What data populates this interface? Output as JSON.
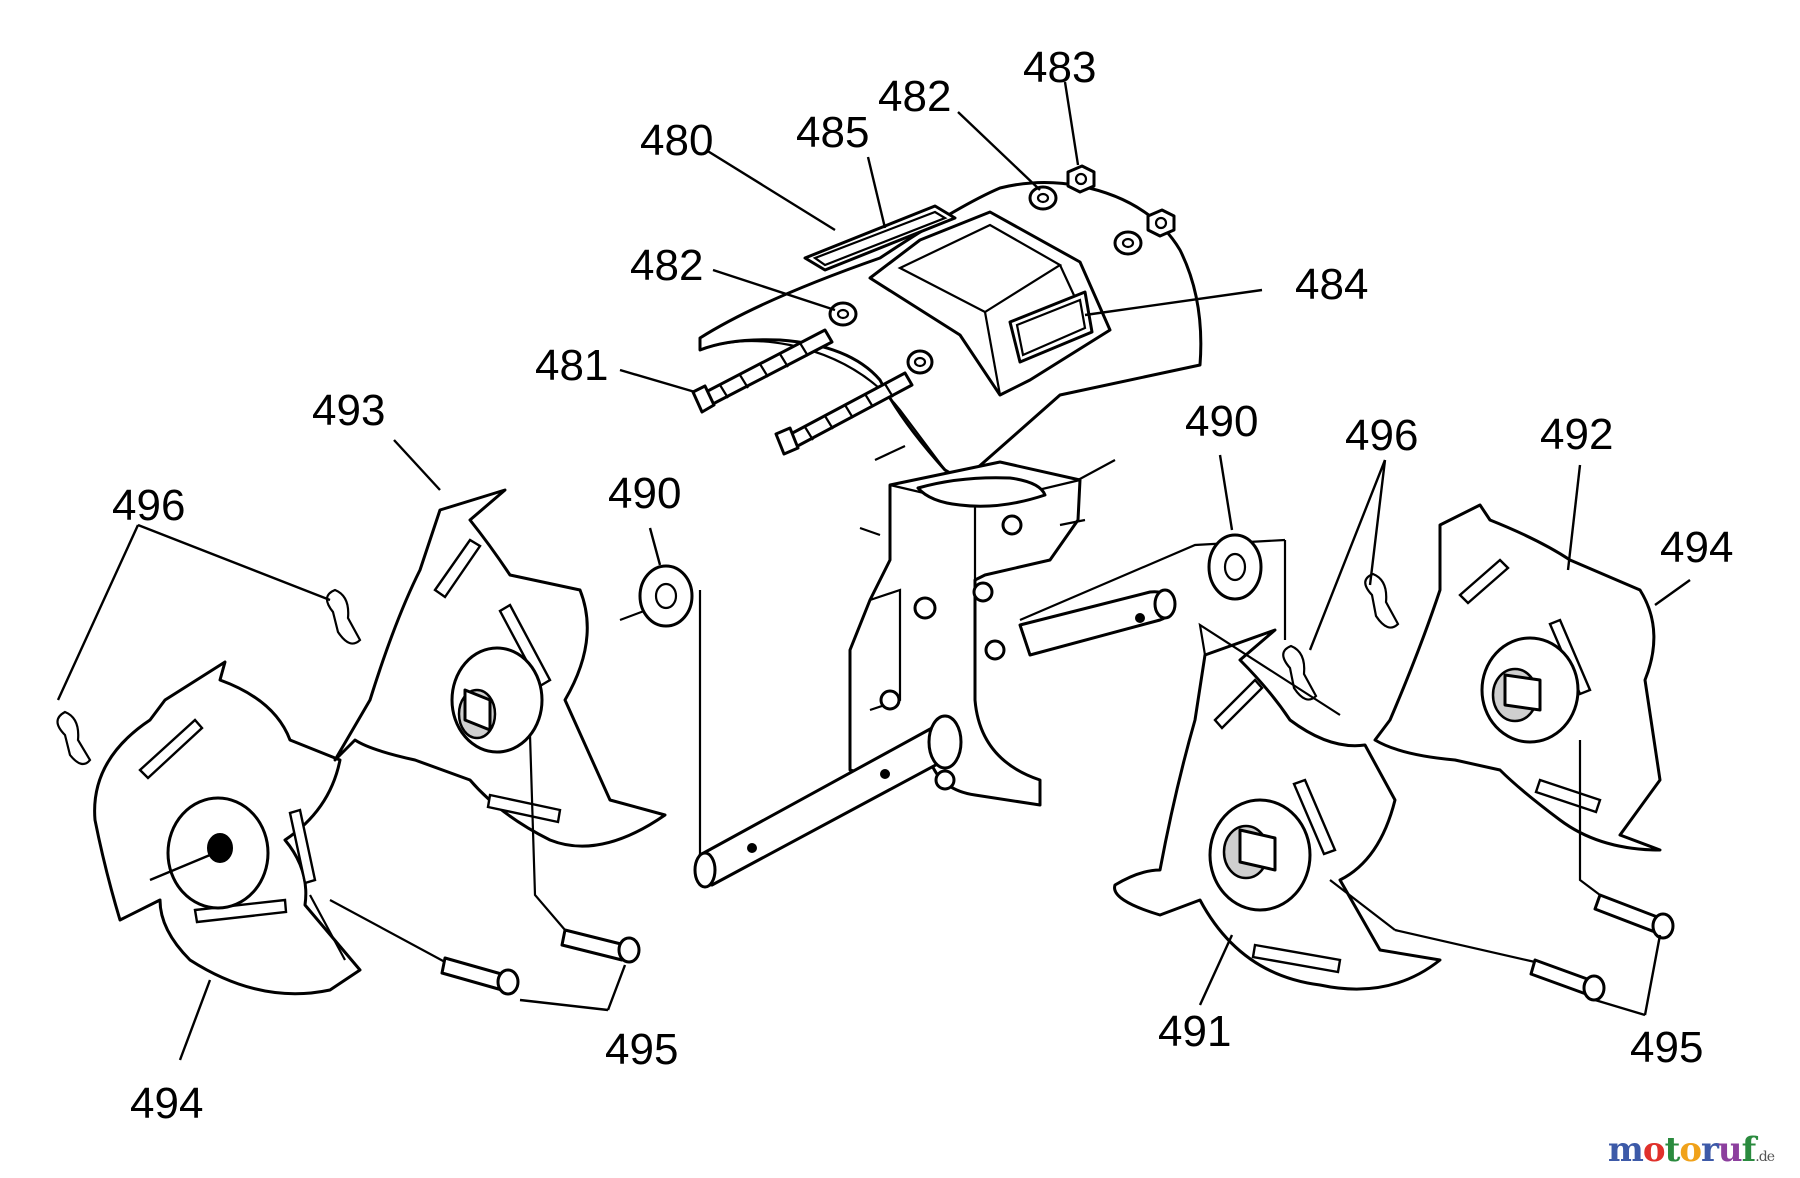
{
  "callouts": [
    {
      "id": "c480",
      "text": "480"
    },
    {
      "id": "c485",
      "text": "485"
    },
    {
      "id": "c482a",
      "text": "482"
    },
    {
      "id": "c483",
      "text": "483"
    },
    {
      "id": "c482b",
      "text": "482"
    },
    {
      "id": "c484",
      "text": "484"
    },
    {
      "id": "c481",
      "text": "481"
    },
    {
      "id": "c493",
      "text": "493"
    },
    {
      "id": "c496a",
      "text": "496"
    },
    {
      "id": "c490a",
      "text": "490"
    },
    {
      "id": "c490b",
      "text": "490"
    },
    {
      "id": "c496b",
      "text": "496"
    },
    {
      "id": "c492",
      "text": "492"
    },
    {
      "id": "c494a",
      "text": "494"
    },
    {
      "id": "c491",
      "text": "491"
    },
    {
      "id": "c495a",
      "text": "495"
    },
    {
      "id": "c495b",
      "text": "495"
    },
    {
      "id": "c494b",
      "text": "494"
    }
  ],
  "watermark": {
    "m": "m",
    "o1": "o",
    "t": "t",
    "o2": "o",
    "r": "r",
    "u": "u",
    "f": "f",
    "de": ".de"
  }
}
